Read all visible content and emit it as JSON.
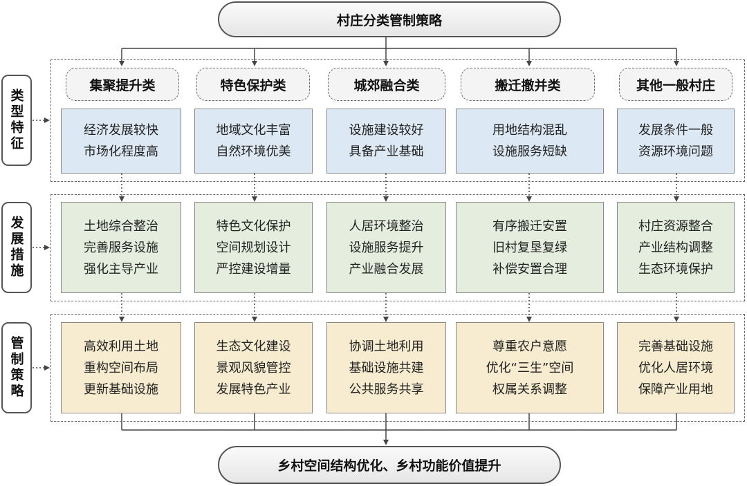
{
  "title": "村庄分类管制策略",
  "result": "乡村空间结构优化、乡村功能价值提升",
  "row_labels": {
    "features": "类型特征",
    "measures": "发展措施",
    "control": "管制策略"
  },
  "columns": [
    {
      "category": "集聚提升类",
      "features": [
        "经济发展较快",
        "市场化程度高"
      ],
      "measures": [
        "土地综合整治",
        "完善服务设施",
        "强化主导产业"
      ],
      "control": [
        "高效利用土地",
        "重构空间布局",
        "更新基础设施"
      ]
    },
    {
      "category": "特色保护类",
      "features": [
        "地域文化丰富",
        "自然环境优美"
      ],
      "measures": [
        "特色文化保护",
        "空间规划设计",
        "严控建设增量"
      ],
      "control": [
        "生态文化建设",
        "景观风貌管控",
        "发展特色产业"
      ]
    },
    {
      "category": "城郊融合类",
      "features": [
        "设施建设较好",
        "具备产业基础"
      ],
      "measures": [
        "人居环境整治",
        "设施服务提升",
        "产业融合发展"
      ],
      "control": [
        "协调土地利用",
        "基础设施共建",
        "公共服务共享"
      ]
    },
    {
      "category": "搬迁撤并类",
      "features": [
        "用地结构混乱",
        "设施服务短缺"
      ],
      "measures": [
        "有序搬迁安置",
        "旧村复垦复绿",
        "补偿安置合理"
      ],
      "control": [
        "尊重农户意愿",
        "优化“三生”空间",
        "权属关系调整"
      ]
    },
    {
      "category": "其他一般村庄",
      "features": [
        "发展条件一般",
        "资源环境问题"
      ],
      "measures": [
        "村庄资源整合",
        "产业结构调整",
        "生态环境保护"
      ],
      "control": [
        "完善基础设施",
        "优化人居环境",
        "保障产业用地"
      ]
    }
  ]
}
